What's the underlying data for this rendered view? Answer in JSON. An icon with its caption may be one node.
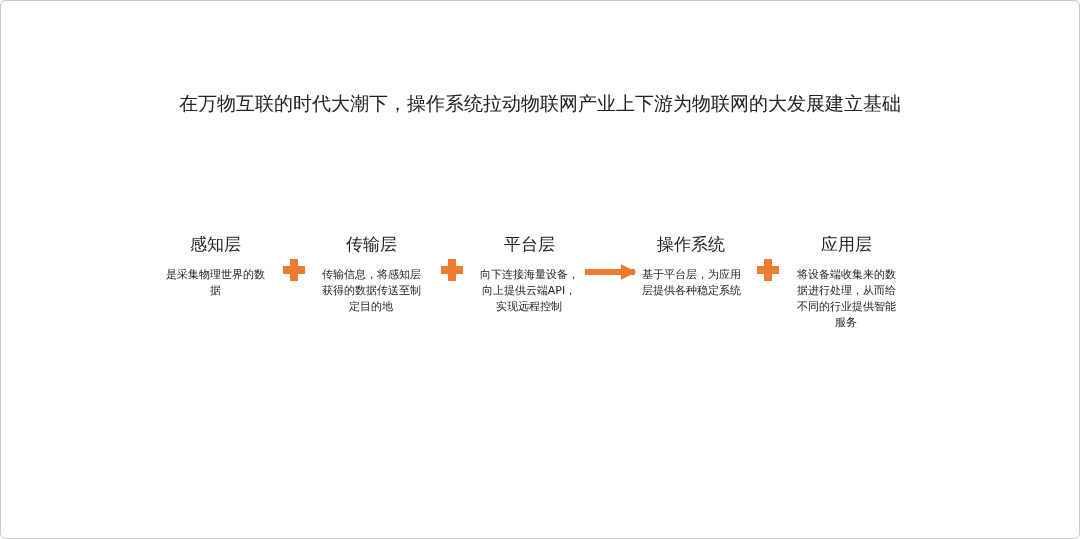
{
  "diagram": {
    "title": "在万物互联的时代大潮下，操作系统拉动物联网产业上下游为物联网的大发展建立基础",
    "nodes": [
      {
        "text": [
          "感知层",
          "是采集物理世界的数据"
        ]
      },
      {
        "text": [
          "传输层",
          "传输信息，将感知层获得的数据传送至制定目的地"
        ]
      },
      {
        "text": [
          "平台层",
          "向下连接海量设备，向上提供云端API，实现远程控制"
        ]
      },
      {
        "text": [
          "操作系统",
          "基于平台层，为应用层提供各种稳定系统"
        ]
      },
      {
        "text": [
          "应用层",
          "将设备端收集来的数据进行处理，从而给不同的行业提供智能服务"
        ]
      }
    ],
    "edges": [
      {
        "from": 2,
        "to": 3,
        "arrow": "to"
      }
    ]
  }
}
